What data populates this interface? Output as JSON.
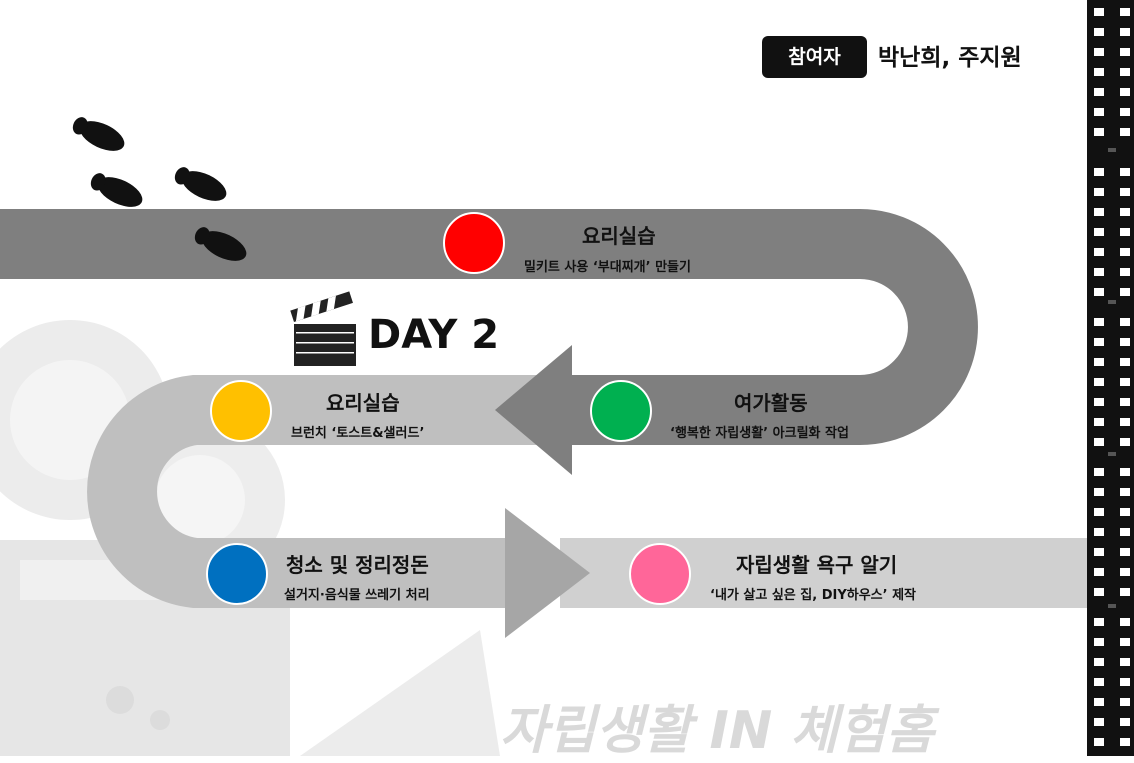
{
  "participants": {
    "badge": "참여자",
    "names": "박난희, 주지원"
  },
  "day_label": "DAY 2",
  "steps": [
    {
      "title": "요리실습",
      "subtitle": "밀키트 사용 ‘부대찌개’ 만들기",
      "color": "#ff0000"
    },
    {
      "title": "여가활동",
      "subtitle": "‘행복한 자립생활’ 아크릴화 작업",
      "color": "#00b050"
    },
    {
      "title": "요리실습",
      "subtitle": "브런치 ‘토스트&샐러드’",
      "color": "#ffc000"
    },
    {
      "title": "청소 및 정리정돈",
      "subtitle": "설거지·음식물 쓰레기 처리",
      "color": "#0070c0"
    },
    {
      "title": "자립생활 욕구 알기",
      "subtitle": "‘내가 살고 싶은 집, DIY하우스’ 제작",
      "color": "#ff6699"
    }
  ],
  "watermark": "자립생활 IN 체험홈"
}
